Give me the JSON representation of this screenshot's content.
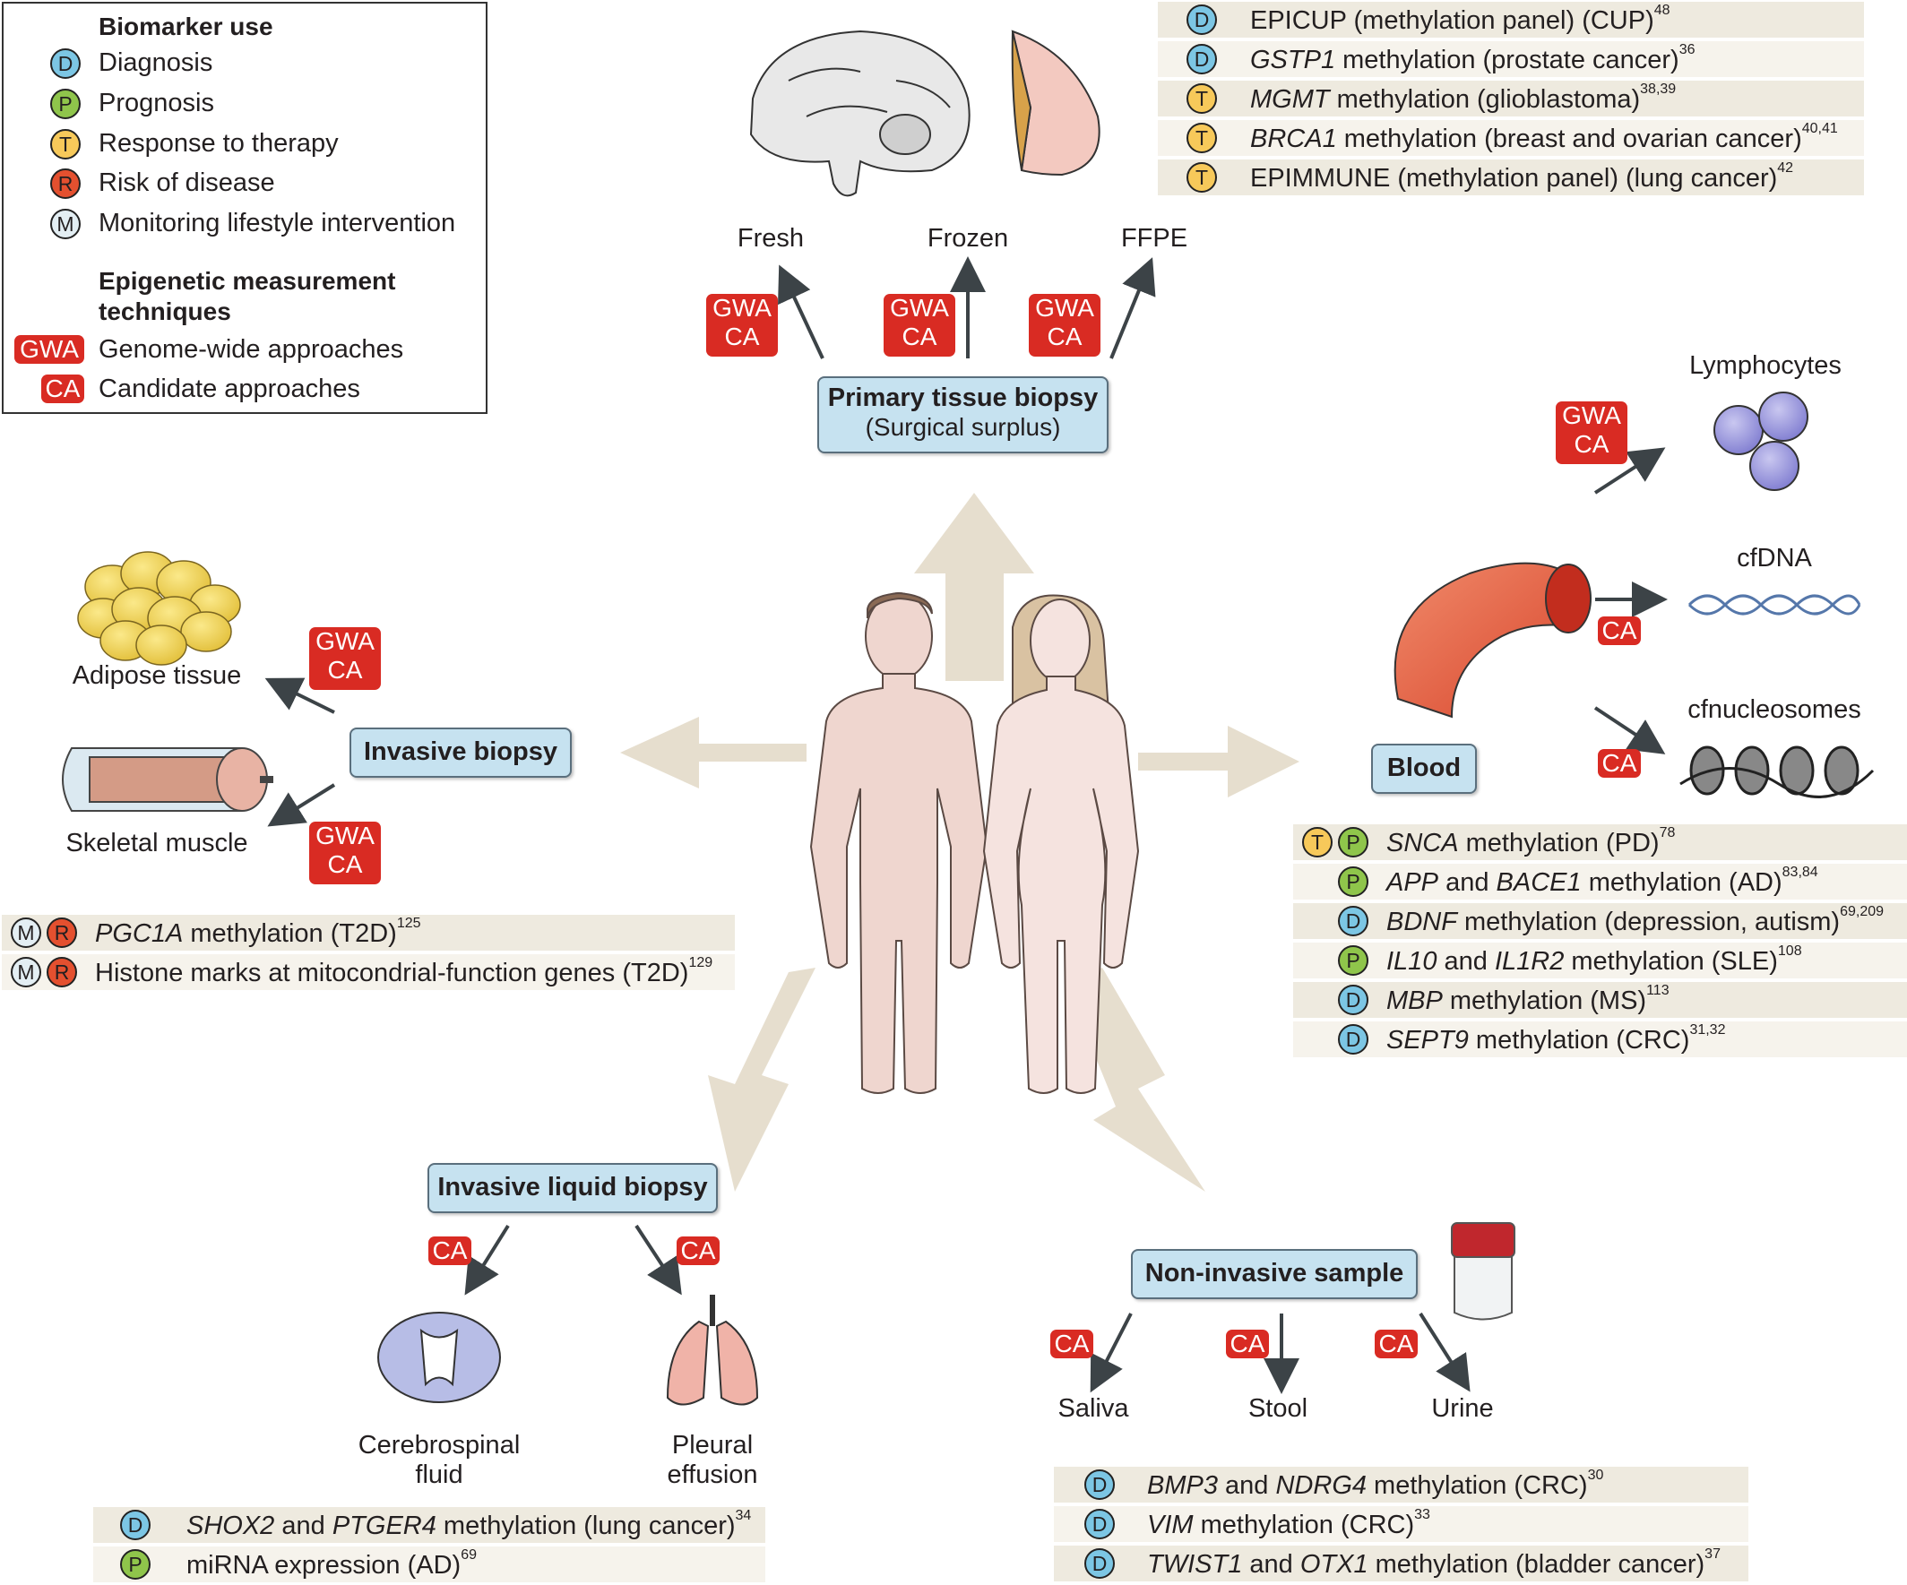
{
  "legend": {
    "biomarker_heading": "Biomarker use",
    "uses": [
      {
        "letter": "D",
        "label": "Diagnosis",
        "color": "#7cc6e4"
      },
      {
        "letter": "P",
        "label": "Prognosis",
        "color": "#8fc54b"
      },
      {
        "letter": "T",
        "label": "Response to therapy",
        "color": "#f7c95a"
      },
      {
        "letter": "R",
        "label": "Risk of disease",
        "color": "#e4502f"
      },
      {
        "letter": "M",
        "label": "Monitoring lifestyle intervention",
        "color": "#e3eef3"
      }
    ],
    "techniques_heading_1": "Epigenetic measurement",
    "techniques_heading_2": "techniques",
    "techniques": [
      {
        "tag": "GWA",
        "label": "Genome-wide approaches"
      },
      {
        "tag": "CA",
        "label": "Candidate approaches"
      }
    ]
  },
  "tags": {
    "gwa": "GWA",
    "ca": "CA"
  },
  "primary": {
    "title": "Primary tissue biopsy",
    "subtitle": "(Surgical surplus)",
    "outputs": [
      "Fresh",
      "Frozen",
      "FFPE"
    ],
    "table": [
      {
        "letters": [
          "D"
        ],
        "pre": "EPICUP (methylation panel) (CUP)",
        "ref": "48"
      },
      {
        "letters": [
          "D"
        ],
        "ital": "GSTP1",
        "post": " methylation (prostate cancer)",
        "ref": "36"
      },
      {
        "letters": [
          "T"
        ],
        "ital": "MGMT",
        "post": " methylation (glioblastoma)",
        "ref": "38,39"
      },
      {
        "letters": [
          "T"
        ],
        "ital": "BRCA1",
        "post": " methylation (breast and ovarian cancer)",
        "ref": "40,41"
      },
      {
        "letters": [
          "T"
        ],
        "pre": "EPIMMUNE (methylation panel) (lung cancer)",
        "ref": "42"
      }
    ]
  },
  "invasive": {
    "title": "Invasive biopsy",
    "outputs": [
      "Adipose tissue",
      "Skeletal muscle"
    ],
    "table": [
      {
        "letters": [
          "M",
          "R"
        ],
        "ital": "PGC1A",
        "post": " methylation (T2D)",
        "ref": "125"
      },
      {
        "letters": [
          "M",
          "R"
        ],
        "pre": "Histone marks at mitocondrial-function genes (T2D)",
        "ref": "129"
      }
    ]
  },
  "blood": {
    "title": "Blood",
    "outputs": [
      "Lymphocytes",
      "cfDNA",
      "cfnucleosomes"
    ],
    "table": [
      {
        "letters": [
          "T",
          "P"
        ],
        "ital": "SNCA",
        "post": " methylation (PD)",
        "ref": "78"
      },
      {
        "letters": [
          "P"
        ],
        "ital": "APP",
        "mid": " and ",
        "ital2": "BACE1",
        "post": " methylation (AD)",
        "ref": "83,84"
      },
      {
        "letters": [
          "D"
        ],
        "ital": "BDNF",
        "post": " methylation (depression, autism)",
        "ref": "69,209"
      },
      {
        "letters": [
          "P"
        ],
        "ital": "IL10",
        "mid": " and ",
        "ital2": "IL1R2",
        "post": " methylation (SLE)",
        "ref": "108"
      },
      {
        "letters": [
          "D"
        ],
        "ital": "MBP",
        "post": " methylation (MS)",
        "ref": "113"
      },
      {
        "letters": [
          "D"
        ],
        "ital": "SEPT9",
        "post": " methylation (CRC)",
        "ref": "31,32"
      }
    ]
  },
  "liquid": {
    "title": "Invasive liquid biopsy",
    "outputs": [
      [
        "Cerebrospinal",
        "fluid"
      ],
      [
        "Pleural",
        "effusion"
      ]
    ],
    "table": [
      {
        "letters": [
          "D"
        ],
        "ital": "SHOX2",
        "mid": " and ",
        "ital2": "PTGER4",
        "post": " methylation (lung cancer)",
        "ref": "34"
      },
      {
        "letters": [
          "P"
        ],
        "pre": "miRNA expression (AD)",
        "ref": "69"
      }
    ]
  },
  "noninvasive": {
    "title": "Non-invasive sample",
    "outputs": [
      "Saliva",
      "Stool",
      "Urine"
    ],
    "table": [
      {
        "letters": [
          "D"
        ],
        "ital": "BMP3",
        "mid": " and ",
        "ital2": "NDRG4",
        "post": " methylation (CRC)",
        "ref": "30"
      },
      {
        "letters": [
          "D"
        ],
        "ital": "VIM",
        "post": " methylation (CRC)",
        "ref": "33"
      },
      {
        "letters": [
          "D"
        ],
        "ital": "TWIST1",
        "mid": " and ",
        "ital2": "OTX1",
        "post": " methylation (bladder cancer)",
        "ref": "37"
      }
    ]
  }
}
